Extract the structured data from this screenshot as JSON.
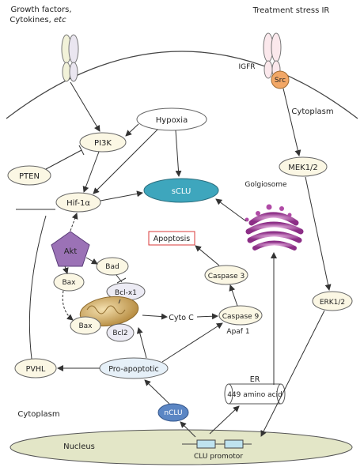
{
  "labels": {
    "growth_factors_line1": "Growth factors,",
    "growth_factors_line2": "Cytokines, ",
    "growth_factors_etc": "etc",
    "treatment_stress": "Treatment stress IR",
    "igfr": "IGFR",
    "src": "Src",
    "cytoplasm_top": "Cytoplasm",
    "pi3k": "PI3K",
    "hypoxia": "Hypoxia",
    "pten": "PTEN",
    "mek": "MEK1/2",
    "hif": "Hif-1α",
    "sclu": "sCLU",
    "golgiosome": "Golgiosome",
    "akt": "Akt",
    "apoptosis": "Apoptosis",
    "bad": "Bad",
    "caspase3": "Caspase 3",
    "bax_upper": "Bax",
    "bclx1": "Bcl-x1",
    "erk": "ERK1/2",
    "bax_lower": "Bax",
    "cytoc": "Cyto C",
    "caspase9": "Caspase 9",
    "apaf": "Apaf 1",
    "bcl2": "Bcl2",
    "pvhl": "PVHL",
    "proapoptotic": "Pro-apoptotic",
    "er": "ER",
    "amino": "449 amino acid",
    "cytoplasm_bottom": "Cytoplasm",
    "nclu": "nCLU",
    "nucleus": "Nucleus",
    "clu_promotor": "CLU promotor"
  },
  "colors": {
    "cream_fill": "#fbf7e4",
    "sclu_fill": "#3ea6bd",
    "akt_fill": "#9b72b6",
    "src_fill": "#f2a766",
    "nclu_fill": "#5b86c4",
    "proapoptotic_fill": "#e6f0f8",
    "nucleus_fill": "#e3e6c7",
    "bcl_fill": "#ecebf4",
    "apoptosis_border": "#d93a3a",
    "golgi": "#a03a95",
    "mito": "#c9a35b"
  }
}
